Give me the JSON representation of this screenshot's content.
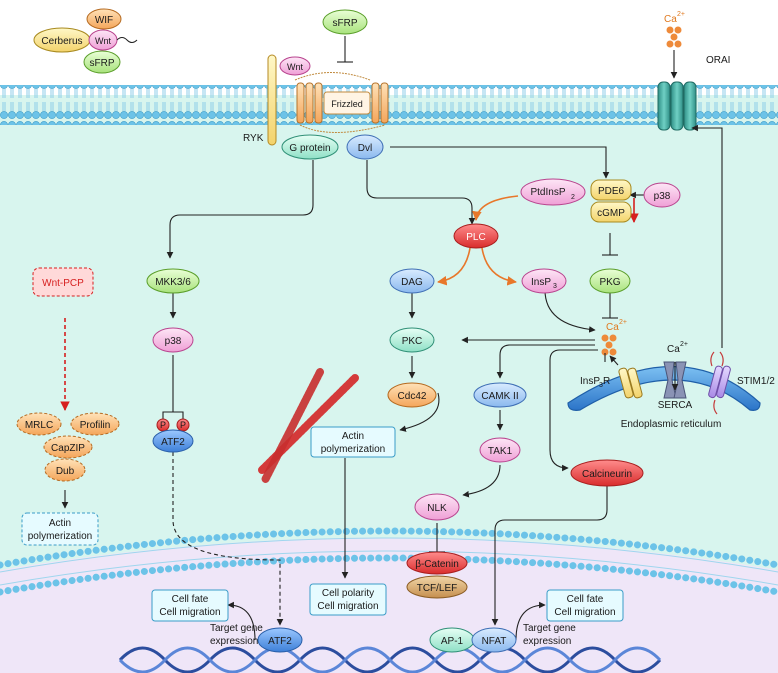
{
  "colors": {
    "membrane_head": "#6cc3e8",
    "cytoplasm": "#d8f5ee",
    "nucleus": "#efe6f8",
    "arrow_black": "#222222",
    "arrow_orange": "#e8772a",
    "arrow_red": "#d61f1f",
    "er_blue": "#3a8fd6"
  },
  "icons": {
    "ligand": "wnt-ligand-icon",
    "receptor": "frizzled-receptor-icon",
    "channel": "orai-channel-icon",
    "actin": "actin-filament-icon",
    "dna": "dna-helix-icon"
  },
  "nodes": {
    "wif": "WIF",
    "cerberus": "Cerberus",
    "wnt_top": "Wnt",
    "sfrp_left": "sFRP",
    "sfrp_top": "sFRP",
    "wnt_receptor": "Wnt",
    "frizzled": "Frizzled",
    "ryk": "RYK",
    "g_protein": "G protein",
    "dvl": "Dvl",
    "ca_top": "Ca",
    "ca_top_sup": "2+",
    "orai": "ORAI",
    "ptdinsp2": "PtdInsP",
    "ptdinsp2_sub": "2",
    "pde6": "PDE6",
    "cgmp": "cGMP",
    "p38_right": "p38",
    "plc": "PLC",
    "dag": "DAG",
    "insp3": "InsP",
    "insp3_sub": "3",
    "pkg": "PKG",
    "ca_mid": "Ca",
    "ca_mid_sup": "2+",
    "wnt_pcp": "Wnt-PCP",
    "mkk": "MKK3/6",
    "p38_left": "p38",
    "pkc": "PKC",
    "cdc42": "Cdc42",
    "camk": "CAMK II",
    "mrlc": "MRLC",
    "profilin": "Profilin",
    "capzip": "CapZIP",
    "dub": "Dub",
    "actin_left_1": "Actin",
    "actin_left_2": "polymerization",
    "actin_mid_1": "Actin",
    "actin_mid_2": "polymerization",
    "p_label": "P",
    "atf2_cyto": "ATF2",
    "tak1": "TAK1",
    "nlk": "NLK",
    "calcineurin": "Calcineurin",
    "insp3r": "InsP",
    "insp3r_sub": "3",
    "insp3r_tail": "R",
    "serca_ca": "Ca",
    "serca_ca_sup": "2+",
    "serca": "SERCA",
    "stim": "STIM1/2",
    "er": "Endoplasmic reticulum",
    "cell_fate_l1": "Cell fate",
    "cell_fate_l2": "Cell migration",
    "polarity_1": "Cell polarity",
    "polarity_2": "Cell migration",
    "cell_fate_r1": "Cell fate",
    "cell_fate_r2": "Cell migration",
    "beta_catenin": "β-Catenin",
    "tcf": "TCF/LEF",
    "target_l1": "Target gene",
    "target_l2": "expression",
    "target_r1": "Target gene",
    "target_r2": "expression",
    "atf2_nuc": "ATF2",
    "ap1": "AP-1",
    "nfat": "NFAT"
  }
}
